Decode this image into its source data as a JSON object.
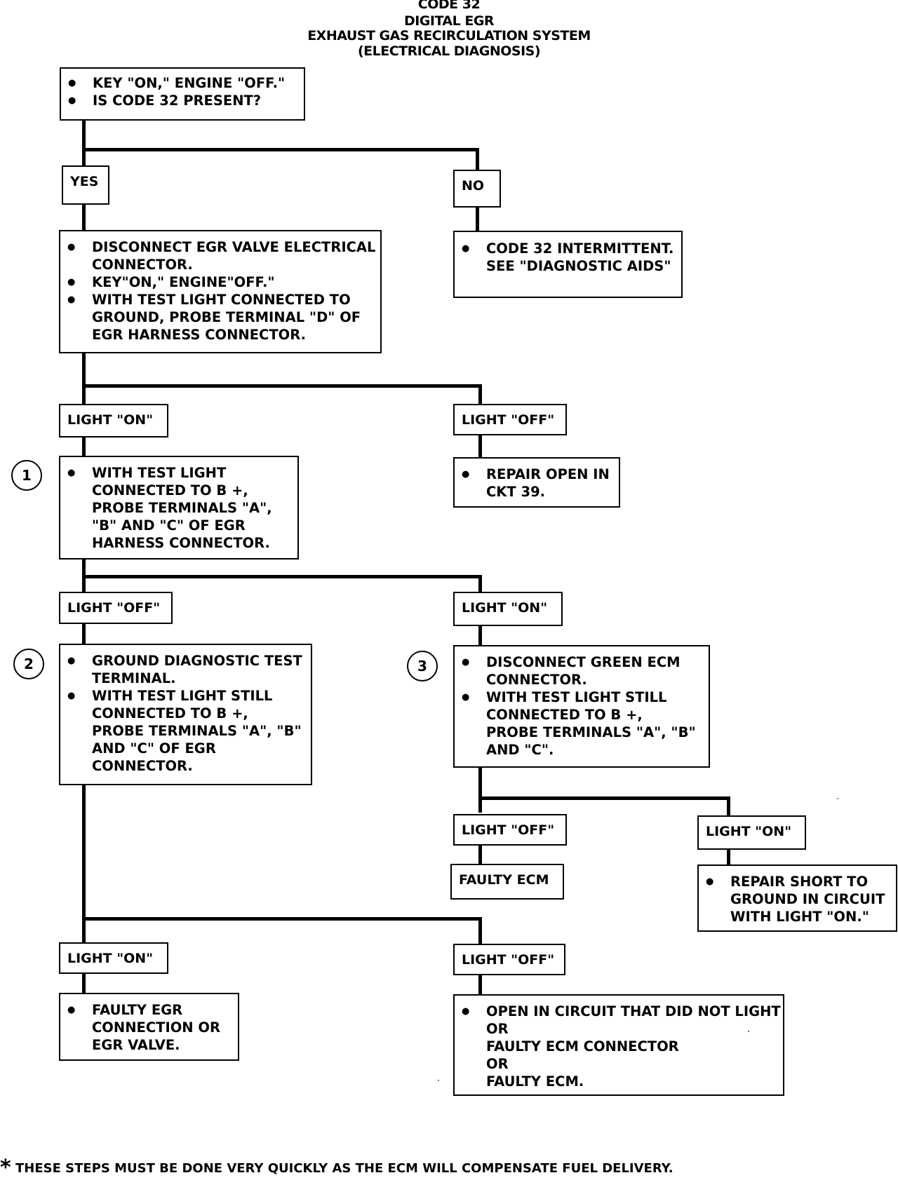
{
  "header": {
    "line1": "CODE 32",
    "line2": "DIGITAL EGR",
    "line3": "EXHAUST GAS RECIRCULATION SYSTEM",
    "line4": "(ELECTRICAL DIAGNOSIS)"
  },
  "start": [
    "KEY \"ON,\" ENGINE \"OFF.\"",
    "IS CODE 32 PRESENT?"
  ],
  "yes": "YES",
  "no": "NO",
  "intermittent": [
    "CODE 32 INTERMITTENT.",
    "SEE \"DIAGNOSTIC AIDS\""
  ],
  "disconnect": {
    "b1": [
      "DISCONNECT EGR VALVE ELECTRICAL",
      "CONNECTOR."
    ],
    "b2": [
      "KEY\"ON,\" ENGINE\"OFF.\""
    ],
    "b3": [
      "WITH TEST LIGHT CONNECTED TO",
      "GROUND, PROBE TERMINAL \"D\" OF",
      "EGR HARNESS CONNECTOR."
    ]
  },
  "light_on_1": "LIGHT \"ON\"",
  "light_off_1": "LIGHT \"OFF\"",
  "repair_open": [
    "REPAIR OPEN IN",
    "CKT 39."
  ],
  "step1": {
    "num": "1",
    "lines": [
      "WITH TEST LIGHT",
      "CONNECTED TO B +,",
      "PROBE TERMINALS \"A\",",
      "\"B\" AND \"C\" OF EGR",
      "HARNESS CONNECTOR."
    ]
  },
  "light_off_2": "LIGHT \"OFF\"",
  "light_on_2": "LIGHT \"ON\"",
  "step2": {
    "num": "2",
    "b1": [
      "GROUND DIAGNOSTIC TEST",
      "TERMINAL."
    ],
    "b2": [
      "WITH TEST LIGHT STILL",
      "CONNECTED TO B +,",
      "PROBE TERMINALS \"A\", \"B\"",
      "AND \"C\" OF EGR",
      "CONNECTOR."
    ]
  },
  "step3": {
    "num": "3",
    "b1": [
      "DISCONNECT GREEN ECM",
      "CONNECTOR."
    ],
    "b2": [
      "WITH TEST LIGHT STILL",
      "CONNECTED TO B +,",
      "PROBE TERMINALS \"A\", \"B\"",
      "AND \"C\"."
    ]
  },
  "light_off_3": "LIGHT \"OFF\"",
  "light_on_3": "LIGHT \"ON\"",
  "faulty_ecm": "FAULTY ECM",
  "repair_short": [
    "REPAIR SHORT TO",
    "GROUND IN CIRCUIT",
    "WITH LIGHT \"ON.\""
  ],
  "light_on_4": "LIGHT \"ON\"",
  "light_off_4": "LIGHT \"OFF\"",
  "faulty_egr": [
    "FAULTY EGR",
    "CONNECTION OR",
    "EGR  VALVE."
  ],
  "open_circuit": {
    "l1": "OPEN IN CIRCUIT THAT DID NOT LIGHT",
    "l2": "OR",
    "l3": "FAULTY ECM CONNECTOR",
    "l4": "OR",
    "l5": "FAULTY ECM."
  },
  "footnote": {
    "star": "*",
    "text": "THESE STEPS MUST BE DONE  VERY QUICKLY AS THE ECM WILL COMPENSATE FUEL DELIVERY."
  }
}
